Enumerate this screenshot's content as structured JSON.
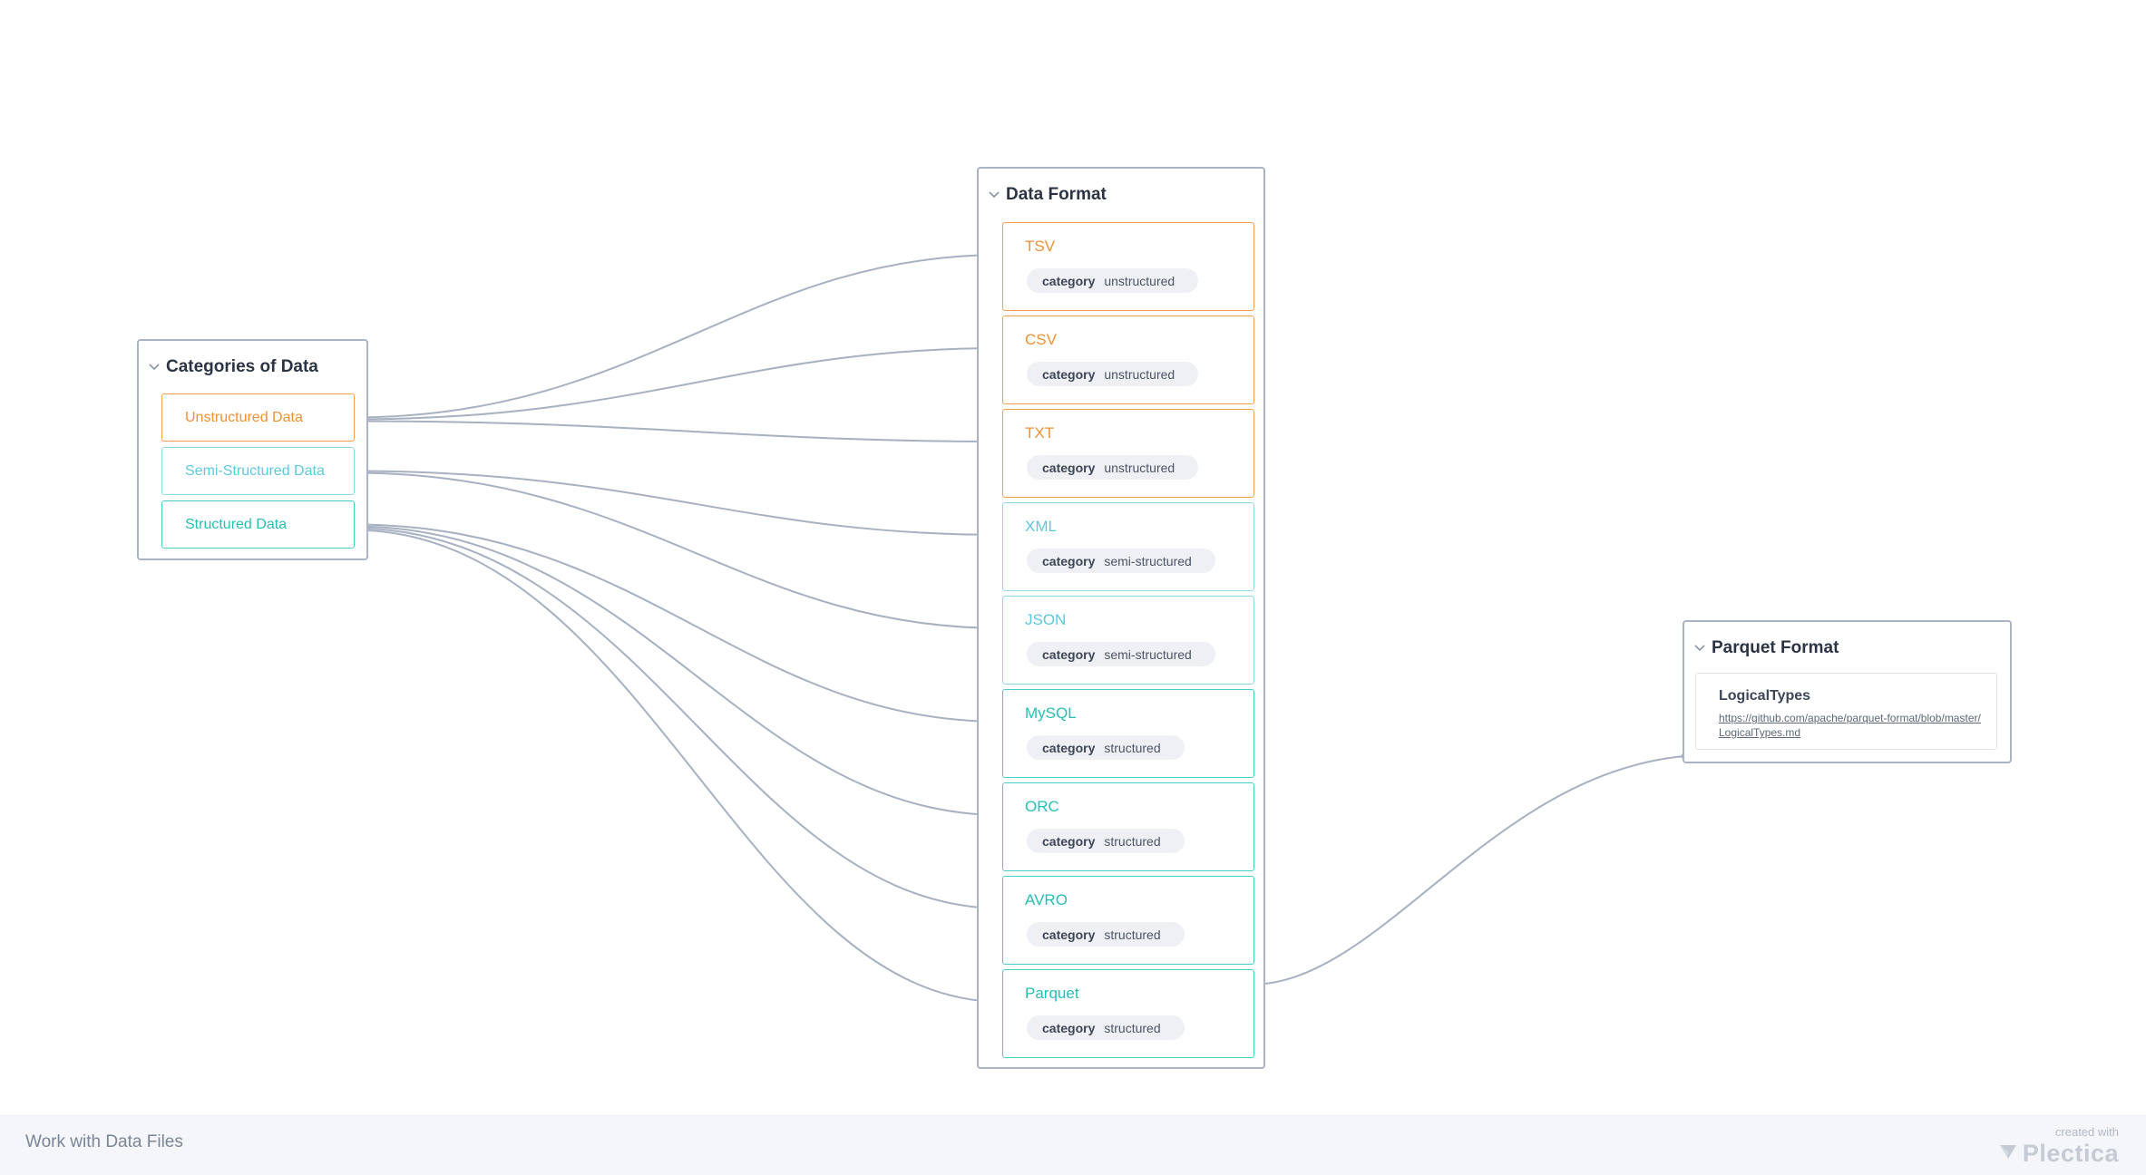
{
  "colors": {
    "unstructured": "#f5a04b",
    "unstructured_text": "#f09134",
    "semi_structured": "#8fd9ea",
    "semi_structured_text": "#5ec8de",
    "structured": "#49d0c6",
    "structured_text": "#27bfb3",
    "connector": "#a7b1c2"
  },
  "categories_group": {
    "title": "Categories of Data",
    "items": [
      {
        "label": "Unstructured Data",
        "kind": "unstructured"
      },
      {
        "label": "Semi-Structured Data",
        "kind": "semi_structured"
      },
      {
        "label": "Structured Data",
        "kind": "structured"
      }
    ]
  },
  "formats_group": {
    "title": "Data Format",
    "items": [
      {
        "name": "TSV",
        "attr_key": "category",
        "attr_value": "unstructured",
        "kind": "unstructured"
      },
      {
        "name": "CSV",
        "attr_key": "category",
        "attr_value": "unstructured",
        "kind": "unstructured"
      },
      {
        "name": "TXT",
        "attr_key": "category",
        "attr_value": "unstructured",
        "kind": "unstructured"
      },
      {
        "name": "XML",
        "attr_key": "category",
        "attr_value": "semi-structured",
        "kind": "semi_structured"
      },
      {
        "name": "JSON",
        "attr_key": "category",
        "attr_value": "semi-structured",
        "kind": "semi_structured"
      },
      {
        "name": "MySQL",
        "attr_key": "category",
        "attr_value": "structured",
        "kind": "structured"
      },
      {
        "name": "ORC",
        "attr_key": "category",
        "attr_value": "structured",
        "kind": "structured"
      },
      {
        "name": "AVRO",
        "attr_key": "category",
        "attr_value": "structured",
        "kind": "structured"
      },
      {
        "name": "Parquet",
        "attr_key": "category",
        "attr_value": "structured",
        "kind": "structured"
      }
    ]
  },
  "parquet_group": {
    "title": "Parquet Format",
    "note": {
      "title": "LogicalTypes",
      "link": "https://github.com/apache/parquet-format/blob/master/LogicalTypes.md"
    }
  },
  "links": [
    {
      "from": "TSV",
      "to": "Unstructured Data"
    },
    {
      "from": "CSV",
      "to": "Unstructured Data"
    },
    {
      "from": "TXT",
      "to": "Unstructured Data"
    },
    {
      "from": "XML",
      "to": "Semi-Structured Data"
    },
    {
      "from": "JSON",
      "to": "Semi-Structured Data"
    },
    {
      "from": "MySQL",
      "to": "Structured Data"
    },
    {
      "from": "ORC",
      "to": "Structured Data"
    },
    {
      "from": "AVRO",
      "to": "Structured Data"
    },
    {
      "from": "Parquet",
      "to": "Structured Data"
    },
    {
      "from": "Parquet Format",
      "to": "Parquet"
    }
  ],
  "footer": {
    "title": "Work with Data Files",
    "brand_small": "created with",
    "brand_name": "Plectica"
  }
}
